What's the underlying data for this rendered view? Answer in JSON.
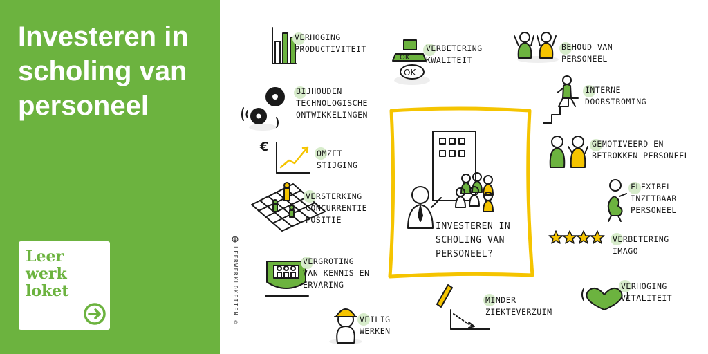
{
  "headline": "Investeren in scholing van personeel",
  "logo": {
    "lines": [
      "Leer",
      "werk",
      "loket"
    ]
  },
  "colors": {
    "green": "#6cb33f",
    "yellow": "#f5c400",
    "ink": "#1a1a1a"
  },
  "center": {
    "label": "Investeren in scholing van personeel?"
  },
  "credit": "leerwerkloketten ©",
  "benefits": [
    {
      "label": "Verhoging productiviteit",
      "icon": "bar-chart-icon"
    },
    {
      "label": "Verbetering kwaliteit",
      "icon": "ok-stamp-icon"
    },
    {
      "label": "Behoud van personeel",
      "icon": "two-people-icon"
    },
    {
      "label": "Bijhouden technologische ontwikkelingen",
      "icon": "gears-icon"
    },
    {
      "label": "Interne doorstroming",
      "icon": "stairs-icon"
    },
    {
      "label": "Omzet stijging",
      "icon": "euro-growth-chart-icon"
    },
    {
      "label": "Gemotiveerd en betrokken personeel",
      "icon": "happy-people-icon"
    },
    {
      "label": "Versterking concurrentie positie",
      "icon": "chessboard-icon"
    },
    {
      "label": "Flexibel inzetbaar personeel",
      "icon": "flexible-person-icon"
    },
    {
      "label": "Verbetering imago",
      "icon": "stars-icon"
    },
    {
      "label": "Vergroting van kennis en ervaring",
      "icon": "shield-people-icon"
    },
    {
      "label": "Minder ziekteverzuim",
      "icon": "thermometer-icon"
    },
    {
      "label": "Verhoging vitaliteit",
      "icon": "heart-icon"
    },
    {
      "label": "Veilig werken",
      "icon": "helmet-worker-icon"
    }
  ]
}
